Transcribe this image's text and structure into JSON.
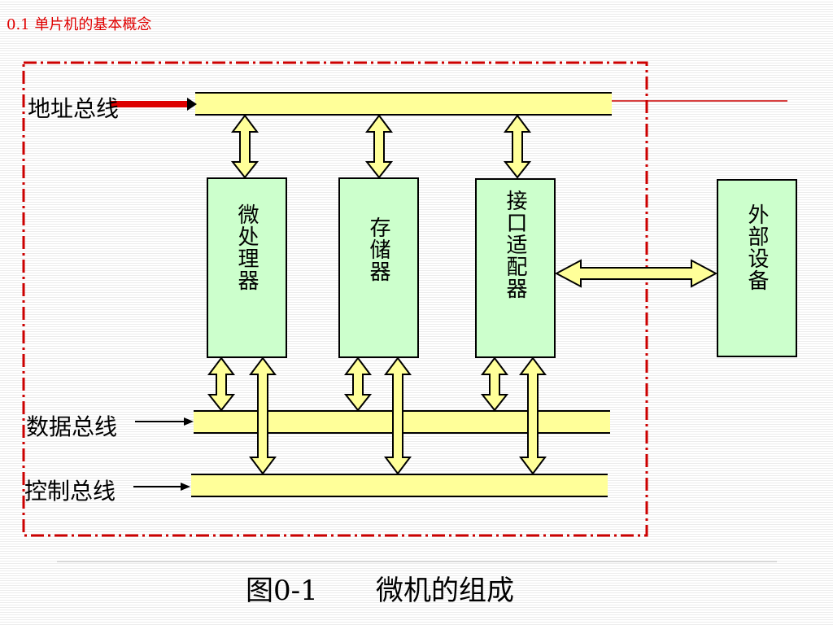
{
  "slide_title": "0.1 单片机的基本概念",
  "buses": {
    "address": "地址总线",
    "data": "数据总线",
    "control": "控制总线"
  },
  "components": {
    "microprocessor": "微处理器",
    "memory": "存储器",
    "interface_adapter": "接口适配器",
    "external_device": "外部设备"
  },
  "caption": {
    "figure_number": "图0-1",
    "title": "微机的组成"
  },
  "colors": {
    "title": "#e00000",
    "bus_fill": "#ffff99",
    "box_fill": "#ccffcc",
    "arrow_fill": "#ffff99",
    "frame": "#cc0000"
  }
}
